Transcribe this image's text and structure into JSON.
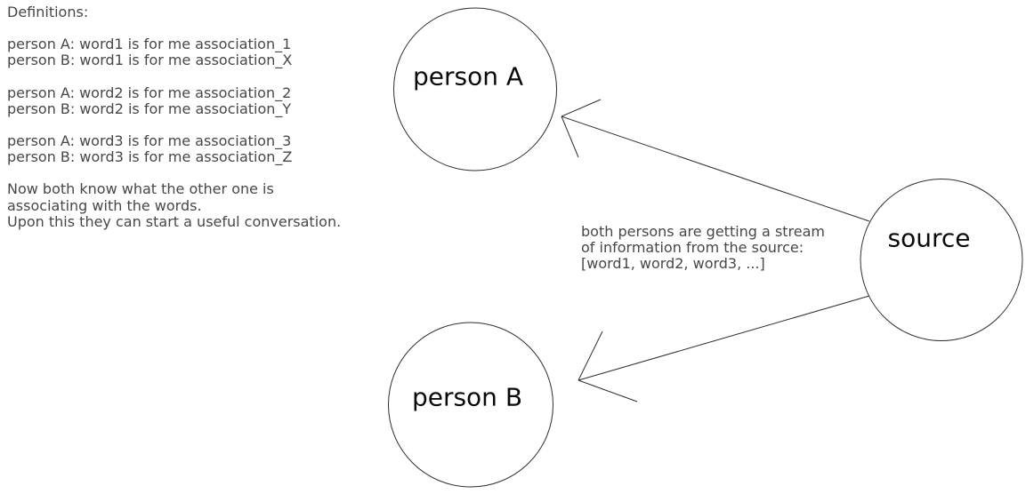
{
  "colors": {
    "background": "#ffffff",
    "line": "#2e2e2e",
    "body_text": "#474747",
    "label_text": "#0a0a0a"
  },
  "definitions": {
    "title": "Definitions:",
    "pairs": [
      "person A: word1 is for me association_1\nperson B: word1 is for me association_X",
      "person A: word2 is for me association_2\nperson B: word2 is for me association_Y",
      "person A: word3 is for me association_3\nperson B: word3 is for me association_Z"
    ],
    "conclusion": "Now both know what the other one is\nassociating with the words.\nUpon this they can start a useful conversation."
  },
  "nodes": [
    {
      "id": "person-a",
      "label": "person A"
    },
    {
      "id": "person-b",
      "label": "person B"
    },
    {
      "id": "source",
      "label": "source"
    }
  ],
  "annotation": "both persons are getting a stream\nof information from the source:\n[word1, word2, word3, ...]"
}
